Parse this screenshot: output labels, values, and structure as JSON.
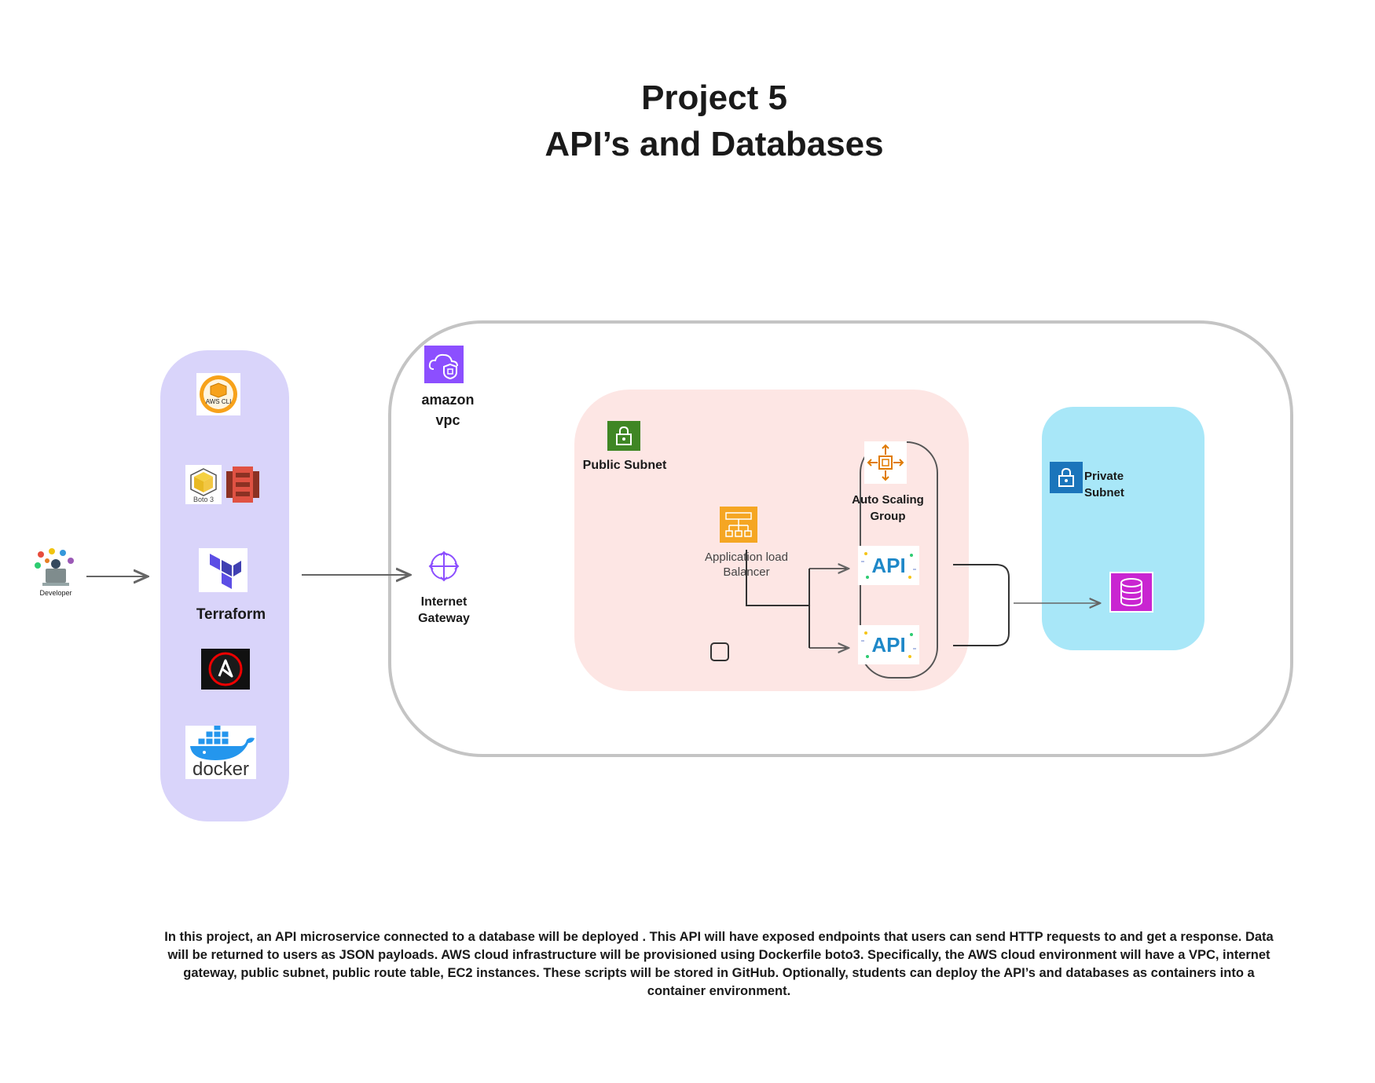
{
  "header": {
    "title_line1": "Project 5",
    "title_line2": "API’s and Databases"
  },
  "developer": {
    "label": "Developer",
    "icon": "developer-icon"
  },
  "tools": {
    "aws_cli_label": "AWS CLI",
    "boto3_label": "Boto 3",
    "terraform_label": "Terraform",
    "docker_label": "docker"
  },
  "vpc": {
    "label_line1": "amazon",
    "label_line2": "vpc"
  },
  "internet_gateway": {
    "label_line1": "Internet",
    "label_line2": "Gateway"
  },
  "public_subnet": {
    "label": "Public Subnet"
  },
  "alb": {
    "label_line1": "Application load",
    "label_line2": "Balancer"
  },
  "asg": {
    "label_line1": "Auto Scaling",
    "label_line2": "Group",
    "api_label": "API"
  },
  "private_subnet": {
    "label_line1": "Private",
    "label_line2": "Subnet"
  },
  "description": "In this project, an API microservice connected to a database will be deployed . This API will have exposed endpoints that users can send HTTP requests to and get a response. Data will be returned to users as JSON payloads. AWS cloud infrastructure will be provisioned using Dockerfile boto3. Specifically, the AWS cloud environment will have a VPC, internet gateway, public subnet, public route table, EC2 instances. These scripts will be stored in GitHub. Optionally, students can deploy the API’s and databases as containers into a container environment.",
  "colors": {
    "tool_column": "#d9d4fa",
    "public_subnet": "#fde6e4",
    "private_subnet": "#a8e7f8",
    "vpc_icon": "#8c4fff",
    "subnet_green": "#3f8624",
    "alb_orange": "#f5a623",
    "db_magenta": "#c925d1",
    "private_blue": "#1b75bb"
  }
}
